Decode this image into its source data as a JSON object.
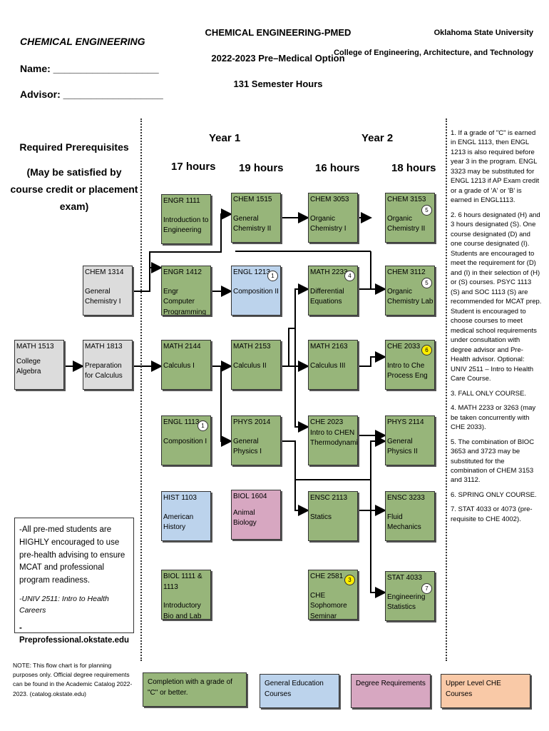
{
  "header": {
    "dept": "CHEMICAL ENGINEERING",
    "name_label": "Name: ___________________",
    "advisor_label": "Advisor: __________________",
    "program": "CHEMICAL ENGINEERING-PMED",
    "option": "2022-2023 Pre–Medical Option",
    "credits": "131 Semester Hours",
    "university": "Oklahoma State University",
    "college": "College of Engineering, Architecture, and Technology"
  },
  "prereq": {
    "title": "Required Prerequisites",
    "subtitle": "(May be satisfied by course credit or placement exam)"
  },
  "years": [
    {
      "label": "Year 1",
      "sem1_hours": "17 hours",
      "sem2_hours": "19 hours"
    },
    {
      "label": "Year 2",
      "sem1_hours": "16 hours",
      "sem2_hours": "18 hours"
    }
  ],
  "courses": {
    "chem1314": {
      "code": "CHEM 1314",
      "title": "General Chemistry I"
    },
    "math1513": {
      "code": "MATH 1513",
      "title": "College Algebra"
    },
    "math1813": {
      "code": "MATH 1813",
      "title": "Preparation for Calculus"
    },
    "engr1111": {
      "code": "ENGR 1111",
      "title": "Introduction to Engineering"
    },
    "engr1412": {
      "code": "ENGR 1412",
      "title": "Engr Computer Programming"
    },
    "math2144": {
      "code": "MATH 2144",
      "title": "Calculus I"
    },
    "engl1113": {
      "code": "ENGL 1113",
      "title": "Composition I",
      "note": "1"
    },
    "hist1103": {
      "code": "HIST 1103",
      "title": "American History"
    },
    "biol1111": {
      "code": "BIOL 1111 & 1113",
      "title": "Introductory Bio and Lab"
    },
    "chem1515": {
      "code": "CHEM 1515",
      "title": "General Chemistry II"
    },
    "engl1213": {
      "code": "ENGL 1213",
      "title": "Composition II",
      "note": "1"
    },
    "math2153": {
      "code": "MATH 2153",
      "title": "Calculus II"
    },
    "phys2014": {
      "code": "PHYS 2014",
      "title": "General Physics I"
    },
    "biol1604": {
      "code": "BIOL 1604",
      "title": "Animal Biology"
    },
    "chem3053": {
      "code": "CHEM 3053",
      "title": "Organic Chemistry I"
    },
    "math2233": {
      "code": "MATH 2233",
      "title": "Differential Equations",
      "note": "4"
    },
    "math2163": {
      "code": "MATH 2163",
      "title": "Calculus III"
    },
    "che2023": {
      "code": "CHE 2023",
      "title": "Intro to CHEN Thermodynamics"
    },
    "ensc2113": {
      "code": "ENSC 2113",
      "title": "Statics"
    },
    "che2581": {
      "code": "CHE 2581",
      "title": "CHE Sophomore Seminar",
      "note": "3"
    },
    "chem3153": {
      "code": "CHEM 3153",
      "title": "Organic Chemistry II",
      "note": "5"
    },
    "chem3112": {
      "code": "CHEM 3112",
      "title": "Organic Chemistry Lab",
      "note": "5"
    },
    "che2033": {
      "code": "CHE 2033",
      "title": "Intro to Che Process Eng",
      "note": "6"
    },
    "phys2114": {
      "code": "PHYS 2114",
      "title": "General Physics II"
    },
    "ensc3233": {
      "code": "ENSC 3233",
      "title": "Fluid Mechanics"
    },
    "stat4033": {
      "code": "STAT 4033",
      "title": "Engineering Statistics",
      "note": "7"
    }
  },
  "notes": [
    "1. If a grade of \"C\" is earned in ENGL 1113, then ENGL 1213 is also required before year 3 in the program. ENGL 3323 may be substituted for ENGL 1213 if AP Exam credit or a grade of 'A' or 'B' is earned in ENGL1113.",
    "2. 6 hours designated (H) and 3 hours designated (S). One course designated (D) and one course designated (I). Students are encouraged to meet the requirement for (D) and (I) in their selection of (H) or (S) courses. PSYC 1113 (S) and SOC 1113 (S) are recommended for MCAT prep. Student is encouraged to choose courses to meet medical school requirements under consultation with degree advisor and Pre-Health advisor. Optional: UNIV 2511 – Intro to Health Care Course.",
    "3. FALL ONLY COURSE.",
    "4. MATH 2233 or 3263 (may be taken concurrently with CHE 2033).",
    "5. The combination of BIOC 3653 and 3723 may be substituted for the combination of CHEM 3153 and 3112.",
    "6. SPRING ONLY COURSE.",
    "7. STAT 4033 or 4073 (pre-requisite to CHE 4002)."
  ],
  "premed": {
    "para1": "-All pre-med students are HIGHLY encouraged to use pre-health advising to ensure MCAT and professional program readiness.",
    "para2": "-UNIV 2511: Intro to Health Careers",
    "para3": "-Preprofessional.okstate.edu"
  },
  "disclaimer": "NOTE: This flow chart is for planning purposes only. Official degree requirements can be found in the Academic Catalog 2022-2023. (catalog.okstate.edu)",
  "legend": {
    "green": "Completion with a grade of \"C\" or better.",
    "blue": "General Education Courses",
    "pink": "Degree Requirements",
    "orange": "Upper Level CHE Courses"
  },
  "colors": {
    "green": "#97b57a",
    "gray": "#dcdcdc",
    "blue": "#bcd3ec",
    "pink": "#d7a7c1",
    "orange": "#f9c9a7"
  }
}
